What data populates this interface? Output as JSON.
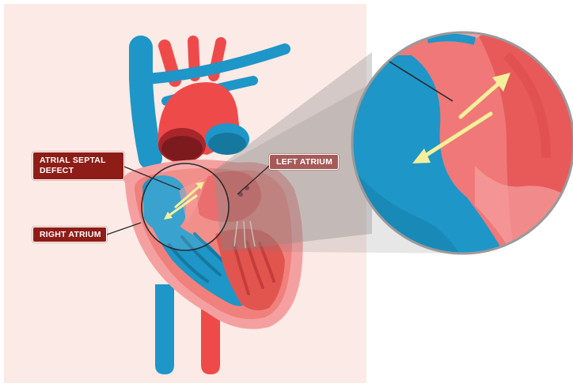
{
  "labels": {
    "atrial_septal_defect": "ATRIAL SEPTAL DEFECT",
    "right_atrium": "RIGHT ATRIUM",
    "left_atrium": "LEFT ATRIUM"
  },
  "colors": {
    "background_panel": "#fbeae5",
    "deoxygenated_blue": "#1e96c8",
    "oxygenated_red": "#ef4a4a",
    "heart_pink": "#f5a0a0",
    "label_dark_red": "#8e1d17",
    "label_muted_red": "#a65a57",
    "flow_arrow": "#f4ef9a",
    "magnifier_ring": "#9a9a9a"
  },
  "icons": {
    "flow_arrows": "double-arrow-icon",
    "magnifier": "magnifier-lens-icon"
  }
}
